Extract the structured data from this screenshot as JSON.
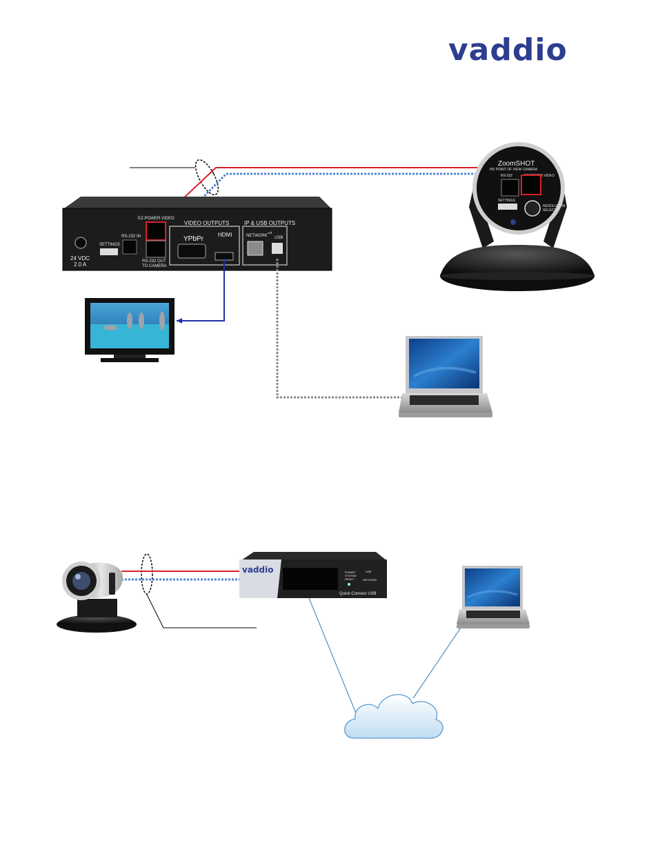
{
  "brand": {
    "logo_text": "vaddio",
    "color": "#2d3d8f"
  },
  "diagram_top": {
    "interface_box": {
      "port_labels": {
        "power_voltage": "24 VDC",
        "power_current": "2.0 A",
        "settings": "SETTINGS",
        "rs232_in": "RS-232 IN",
        "ez_power_video": "EZ-POWER VIDEO",
        "rs232_out_line1": "RS-232 OUT",
        "rs232_out_line2": "TO CAMERA",
        "video_outputs": "VIDEO OUTPUTS",
        "ypbpr": "YPbPr",
        "hdmi": "HDMI",
        "ip_usb_outputs": "IP & USB OUTPUTS",
        "network": "NETWORK",
        "usb": "USB"
      }
    },
    "camera": {
      "name": "ZoomSHOT",
      "subtitle": "HD POINT OF VIEW CAMERA",
      "port_rs232": "RS-232",
      "port_ez_power": "EZ-POWER VIDEO",
      "settings": "SETTINGS",
      "resolution_line1": "RESOLUTION",
      "resolution_line2": "SELECT"
    }
  },
  "diagram_bottom": {
    "quick_connect": {
      "brand": "vaddio",
      "model": "Quick-Connect USB",
      "label_power": "POWER",
      "label_system": "SYSTEM",
      "label_reset": "RESET",
      "label_usb": "USB",
      "label_network": "NETWORK"
    }
  },
  "colors": {
    "red_cable": "#dd1f26",
    "blue_dotted_cable": "#4f86d8",
    "hdmi_cable": "#1f2fa8",
    "usb_cable": "#8a8a8a",
    "network_line": "#4a90c8"
  }
}
